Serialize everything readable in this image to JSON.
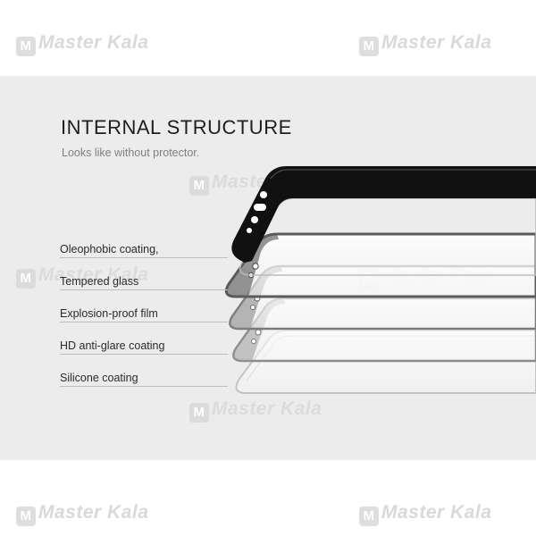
{
  "header": {
    "title": "INTERNAL STRUCTURE",
    "subtitle": "Looks like without protector."
  },
  "layers": [
    {
      "label": "Oleophobic coating,"
    },
    {
      "label": "Tempered glass"
    },
    {
      "label": "Explosion-proof film"
    },
    {
      "label": "HD anti-glare coating"
    },
    {
      "label": "Silicone coating"
    }
  ],
  "watermark": {
    "text": "Master Kala",
    "badge_glyph": "M"
  },
  "colors": {
    "band": "#ececec",
    "page": "#ffffff",
    "black_frame": "#111111",
    "layer_edge": "#c8c8c8"
  }
}
